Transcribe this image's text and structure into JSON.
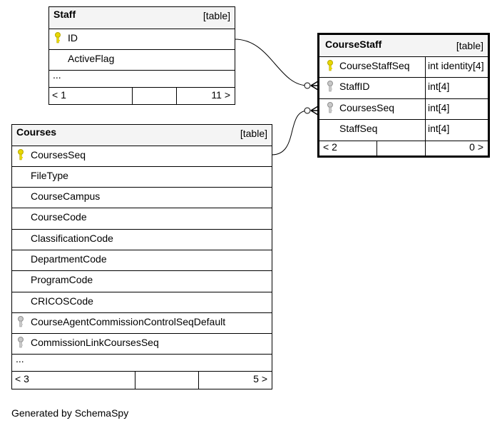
{
  "staff": {
    "name": "Staff",
    "kind": "[table]",
    "columns": [
      {
        "name": "ID",
        "key": "primary"
      },
      {
        "name": "ActiveFlag",
        "key": ""
      }
    ],
    "more": "...",
    "footer_left": "< 1",
    "footer_right": "11 >"
  },
  "coursestaff": {
    "name": "CourseStaff",
    "kind": "[table]",
    "columns": [
      {
        "name": "CourseStaffSeq",
        "type": "int identity[4]",
        "key": "primary"
      },
      {
        "name": "StaffID",
        "type": "int[4]",
        "key": "foreign"
      },
      {
        "name": "CoursesSeq",
        "type": "int[4]",
        "key": "foreign"
      },
      {
        "name": "StaffSeq",
        "type": "int[4]",
        "key": ""
      }
    ],
    "footer_left": "< 2",
    "footer_right": "0 >"
  },
  "courses": {
    "name": "Courses",
    "kind": "[table]",
    "columns": [
      {
        "name": "CoursesSeq",
        "key": "primary"
      },
      {
        "name": "FileType",
        "key": ""
      },
      {
        "name": "CourseCampus",
        "key": ""
      },
      {
        "name": "CourseCode",
        "key": ""
      },
      {
        "name": "ClassificationCode",
        "key": ""
      },
      {
        "name": "DepartmentCode",
        "key": ""
      },
      {
        "name": "ProgramCode",
        "key": ""
      },
      {
        "name": "CRICOSCode",
        "key": ""
      },
      {
        "name": "CourseAgentCommissionControlSeqDefault",
        "key": "foreign"
      },
      {
        "name": "CommissionLinkCoursesSeq",
        "key": "foreign"
      }
    ],
    "more": "...",
    "footer_left": "< 3",
    "footer_right": "5 >"
  },
  "footer_text": "Generated by SchemaSpy",
  "colors": {
    "primary_key": "#e8d800",
    "foreign_key": "#a8a8a8",
    "header_bg": "#f4f4f4"
  }
}
